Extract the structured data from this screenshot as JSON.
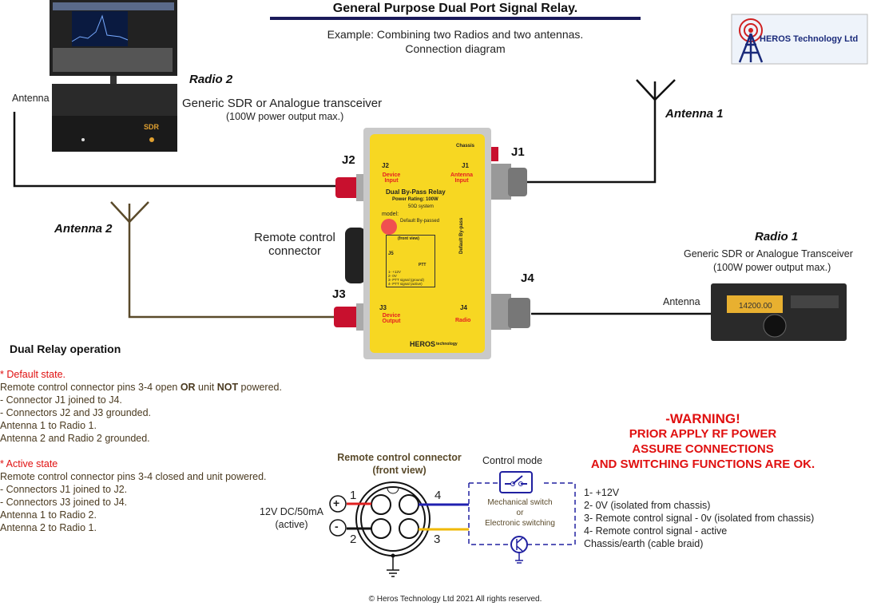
{
  "header": {
    "title": "General Purpose Dual Port Signal Relay.",
    "subtitle_line1": "Example: Combining two Radios and two antennas.",
    "subtitle_line2": "Connection diagram",
    "logo_text": "HEROS Technology Ltd"
  },
  "radio2": {
    "title": "Radio 2",
    "desc": "Generic SDR or Analogue transceiver",
    "power": "(100W power output max.)",
    "antenna_label": "Antenna",
    "device_label": "SDR"
  },
  "radio1": {
    "title": "Radio 1",
    "desc": "Generic SDR or Analogue Transceiver",
    "power": "(100W power output max.)",
    "antenna_label": "Antenna",
    "display": "14200.00"
  },
  "antennas": {
    "antenna1": "Antenna 1",
    "antenna2": "Antenna 2"
  },
  "connectors": {
    "j1": "J1",
    "j2": "J2",
    "j3": "J3",
    "j4": "J4",
    "remote": "Remote control connector"
  },
  "relay_box": {
    "chassis": "Chassis",
    "j2": "J2",
    "j1": "J1",
    "device_input": "Device Input",
    "antenna_input": "Antenna Input",
    "name": "Dual By-Pass Relay",
    "power": "Power Rating: 100W",
    "system": "50Ω system",
    "model": "model:",
    "default": "Default  By-passed",
    "default_bypass": "Default By-pass",
    "front_view": "(front view)",
    "j5": "J5",
    "ptt": "PTT",
    "pin_list": [
      "1- +12V",
      "2- 0V",
      "3- PTT signal (ground)",
      "4- PTT signal (active)"
    ],
    "j3": "J3",
    "j4": "J4",
    "device_output": "Device Output",
    "radio": "Radio",
    "brand": "HEROS",
    "brand_suffix": "technology"
  },
  "operation": {
    "heading": "Dual Relay operation",
    "default_title": "* Default state.",
    "default_line1_a": "Remote control connector pins 3-4 open ",
    "default_line1_or": "OR",
    "default_line1_b": " unit ",
    "default_line1_not": "NOT",
    "default_line1_c": " powered.",
    "default_lines": [
      "- Connector J1 joined to J4.",
      "- Connectors J2 and J3 grounded.",
      "Antenna 1 to Radio 1.",
      "Antenna 2 and Radio 2 grounded."
    ],
    "active_title": "* Active state",
    "active_lines": [
      "Remote control connector pins 3-4 closed and unit powered.",
      "- Connectors J1 joined to J2.",
      "- Connectors J3 joined to J4.",
      "Antenna 1 to Radio 2.",
      "Antenna 2 to Radio 1."
    ]
  },
  "remote_diagram": {
    "title_line1": "Remote control connector",
    "title_line2": "(front view)",
    "supply_line1": "12V DC/50mA",
    "supply_line2": "(active)",
    "pin1": "1",
    "pin2": "2",
    "pin3": "3",
    "pin4": "4",
    "plus": "+",
    "minus": "-",
    "control_mode": "Control mode",
    "mech": "Mechanical switch",
    "or": "or",
    "elec": "Electronic switching",
    "wire_colors": {
      "pin1": "#e02020",
      "pin2": "#111111",
      "pin3": "#f0b800",
      "pin4": "#2020b0"
    }
  },
  "warning": {
    "line1": "-WARNING!",
    "line2": "PRIOR APPLY RF POWER",
    "line3": "ASSURE CONNECTIONS",
    "line4": "AND SWITCHING FUNCTIONS ARE OK."
  },
  "pins": [
    "1- +12V",
    "2- 0V (isolated from chassis)",
    "3- Remote control signal - 0v (isolated from chassis)",
    "4- Remote control signal - active",
    "Chassis/earth (cable braid)"
  ],
  "footer": "© Heros Technology Ltd 2021 All rights reserved.",
  "colors": {
    "title_bar": "#1a1a5a",
    "warning": "#e01010",
    "relay_yellow": "#f7d722",
    "state_title": "#e01010",
    "body_text": "#4a3a20"
  }
}
